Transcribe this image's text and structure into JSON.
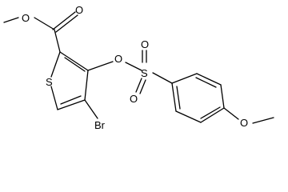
{
  "structure": {
    "atom_labels": {
      "ester_carbonyl_o": "O",
      "ester_ether_o": "O",
      "sulfonate_o": "O",
      "sulfonyl_o_top": "O",
      "sulfonyl_o_bottom": "O",
      "sulfur_sulfonyl": "S",
      "sulfur_thiophene": "S",
      "bromine": "Br",
      "methoxy_o": "O"
    }
  }
}
